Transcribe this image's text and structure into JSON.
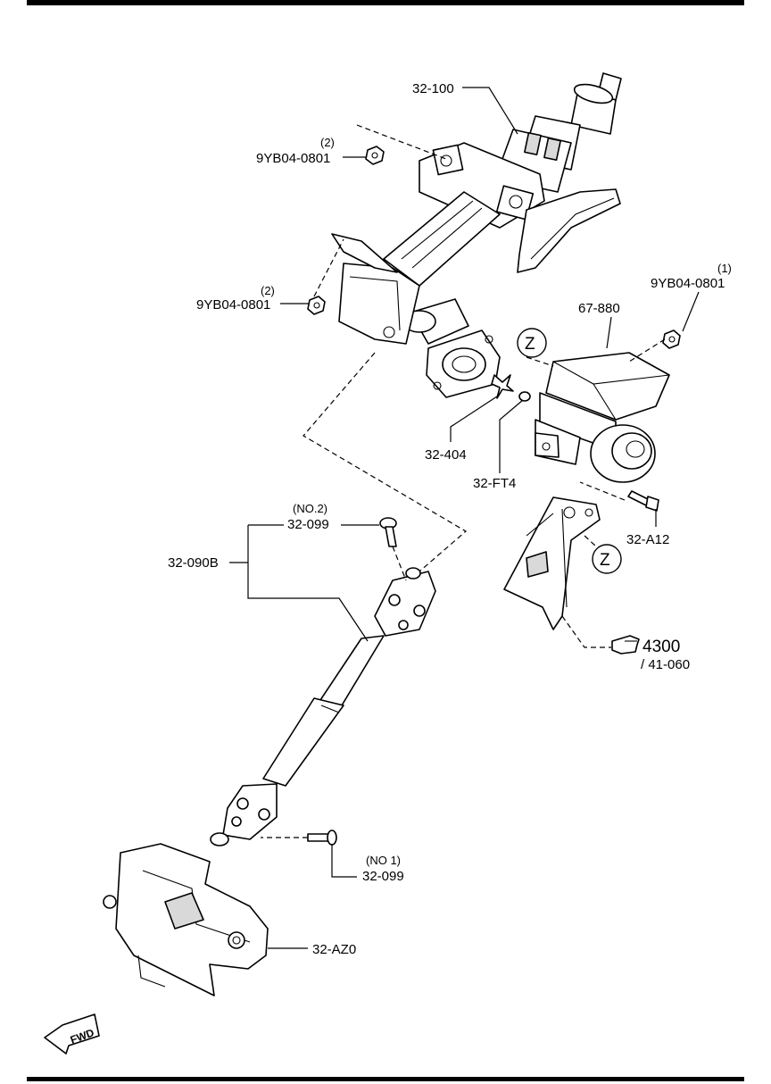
{
  "callouts": {
    "column_assembly": "32-100",
    "nut_top_qty": "(2)",
    "nut_top": "9YB04-0801",
    "nut_left_qty": "(2)",
    "nut_left": "9YB04-0801",
    "nut_right_qty": "(1)",
    "nut_right": "9YB04-0801",
    "control_unit": "67-880",
    "ring": "32-404",
    "plug": "32-FT4",
    "bolt_unit": "32-A12",
    "bolt_upper_no": "(NO.2)",
    "bolt_upper": "32-099",
    "shaft_assembly": "32-090B",
    "bolt_lower_no": "(NO 1)",
    "bolt_lower": "32-099",
    "boot_cover": "32-AZ0",
    "zone_marker_1": "Z",
    "zone_marker_2": "Z",
    "reference_group": "4300",
    "reference_sub": "/ 41-060",
    "fwd_arrow": "FWD"
  },
  "icons": {
    "reference": "pointing-hand-icon",
    "direction": "fwd-arrow-icon"
  },
  "colors": {
    "line": "#000000",
    "background": "#ffffff",
    "shade": "#d9d9d9"
  }
}
